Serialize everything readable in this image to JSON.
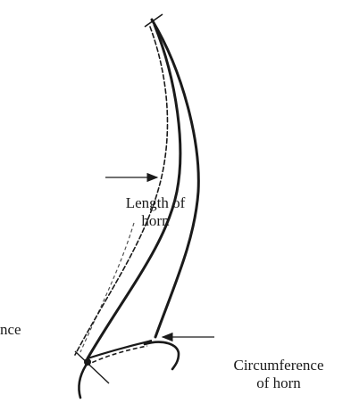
{
  "labels": {
    "length": {
      "line1": "Length of",
      "line2": "horn"
    },
    "circumference": {
      "line1": "Circumference",
      "line2": "of horn"
    },
    "partial_left": "nce"
  }
}
